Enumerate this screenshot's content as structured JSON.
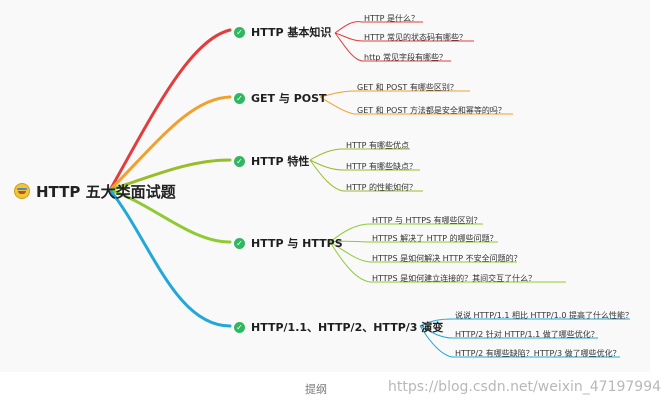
{
  "root": {
    "label": "HTTP 五大类面试题"
  },
  "colors": {
    "red": "#e23d3d",
    "orange": "#f0a12b",
    "olive": "#98bd28",
    "green": "#8fca33",
    "blue": "#21a7d8",
    "check": "#31b760"
  },
  "branches": [
    {
      "label": "HTTP 基本知识",
      "leaves": [
        "HTTP 是什么？",
        "HTTP 常见的状态码有哪些？",
        "http 常见字段有哪些？"
      ]
    },
    {
      "label": "GET 与 POST",
      "leaves": [
        "GET 和 POST 有哪些区别？",
        "GET 和 POST 方法都是安全和幂等的吗？"
      ]
    },
    {
      "label": "HTTP 特性",
      "leaves": [
        "HTTP 有哪些优点",
        "HTTP 有哪些缺点？",
        "HTTP 的性能如何？"
      ]
    },
    {
      "label": "HTTP 与 HTTPS",
      "leaves": [
        "HTTP 与 HTTPS 有哪些区别？",
        "HTTPS 解决了 HTTP 的哪些问题？",
        "HTTPS 是如何解决 HTTP 不安全问题的？",
        "HTTPS  是如何建立连接的？其间交互了什么？"
      ]
    },
    {
      "label": "HTTP/1.1、HTTP/2、HTTP/3 演变",
      "leaves": [
        "说说 HTTP/1.1 相比 HTTP/1.0 提高了什么性能？",
        "HTTP/2 针对 HTTP/1.1 做了哪些优化？",
        "HTTP/2 有哪些缺陷？HTTP/3 做了哪些优化？"
      ]
    }
  ],
  "footer": {
    "label": "提纲",
    "watermark": "https://blog.csdn.net/weixin_47197994"
  }
}
